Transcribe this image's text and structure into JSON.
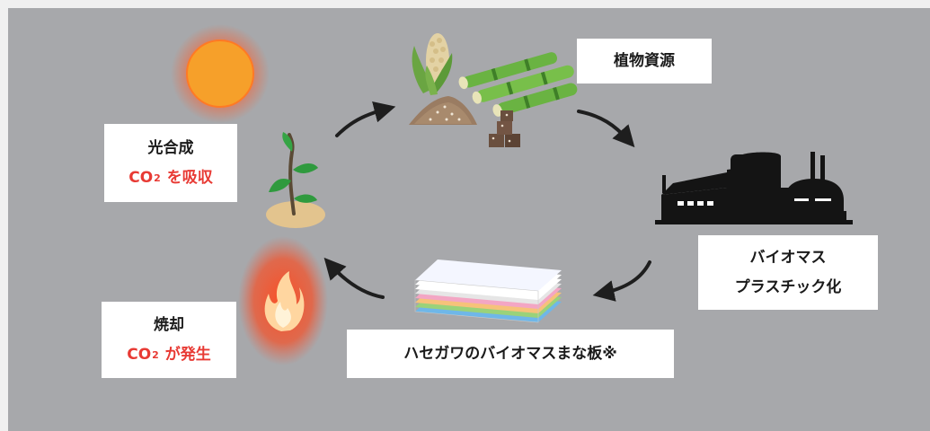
{
  "colors": {
    "background": "#a7a8ab",
    "label_bg": "#ffffff",
    "highlight_text": "#e83a34",
    "arrow": "#1e1e1e"
  },
  "icons": [
    "sun-icon",
    "seedling-icon",
    "fire-icon",
    "corn-icon",
    "sugarcane-icon",
    "grain-pile-icon",
    "sugar-cubes-icon",
    "factory-icon",
    "cutting-board-stack-icon"
  ],
  "labels": {
    "photosynthesis": {
      "title": "光合成",
      "co2_prefix": "CO",
      "co2_sub": "2",
      "co2_suffix": " を吸収"
    },
    "plant_resources": "植物資源",
    "bioplastic": {
      "line1": "バイオマス",
      "line2": "プラスチック化"
    },
    "cutting_board": "ハセガワのバイオマスまな板※",
    "incineration": {
      "title": "焼却",
      "co2_prefix": "CO",
      "co2_sub": "2",
      "co2_suffix": " が発生"
    }
  }
}
